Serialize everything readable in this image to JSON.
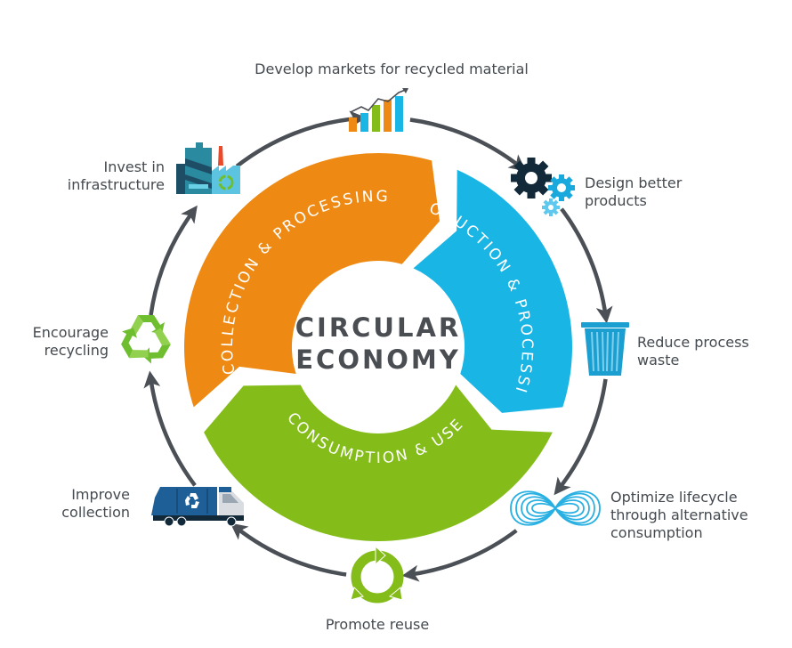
{
  "center": {
    "line1": "CIRCULAR",
    "line2": "ECONOMY"
  },
  "segments": [
    {
      "label": "COLLECTION & PROCESSING",
      "color": "#ee8a13"
    },
    {
      "label": "PRODUCTION & PROCESSING",
      "color": "#19b5e5"
    },
    {
      "label": "CONSUMPTION & USE",
      "color": "#84bd1a"
    }
  ],
  "steps": [
    {
      "label_lines": [
        "Develop markets for recycled material"
      ],
      "icon": "bar-chart-growth-icon"
    },
    {
      "label_lines": [
        "Design better",
        "products"
      ],
      "icon": "gears-icon"
    },
    {
      "label_lines": [
        "Reduce process",
        "waste"
      ],
      "icon": "trash-bin-icon"
    },
    {
      "label_lines": [
        "Optimize lifecycle",
        "through alternative",
        "consumption"
      ],
      "icon": "infinity-icon"
    },
    {
      "label_lines": [
        "Promote reuse"
      ],
      "icon": "reuse-cycle-icon"
    },
    {
      "label_lines": [
        "Improve",
        "collection"
      ],
      "icon": "recycling-truck-icon"
    },
    {
      "label_lines": [
        "Encourage",
        "recycling"
      ],
      "icon": "recycle-icon"
    },
    {
      "label_lines": [
        "Invest in",
        "infrastructure"
      ],
      "icon": "factory-icon"
    }
  ],
  "colors": {
    "orange": "#ee8a13",
    "blue": "#19b5e5",
    "green": "#84bd1a",
    "arrow": "#4b4f56",
    "text": "#444a4f",
    "navy": "#12293a",
    "truck_blue": "#1f5f97"
  }
}
